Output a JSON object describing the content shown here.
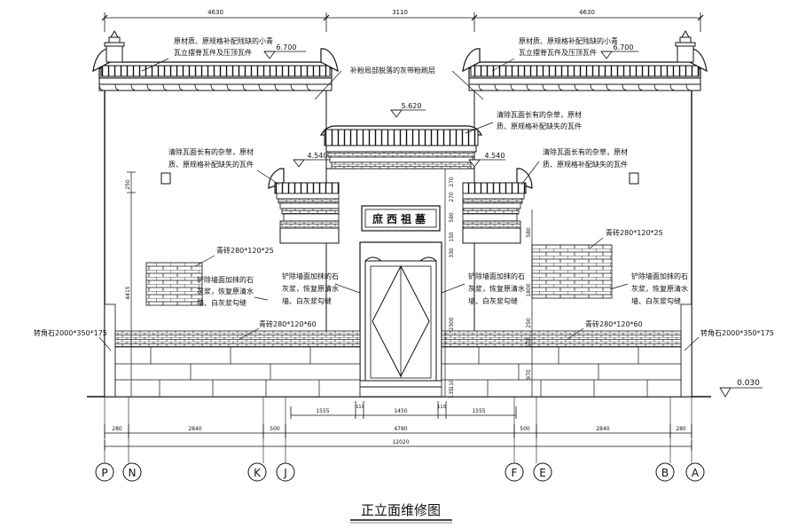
{
  "title": "正立面维修图",
  "dims_top": [
    "4630",
    "3110",
    "4630"
  ],
  "dims_bottom_1": [
    "1555",
    "110",
    "1450",
    "110",
    "1555"
  ],
  "dims_bottom_2": [
    "280",
    "2840",
    "500",
    "4780",
    "500",
    "2840",
    "280"
  ],
  "dim_total": "12020",
  "dims_vertical": [
    "250",
    "4415",
    "270",
    "270",
    "580",
    "150",
    "330",
    "2300",
    "580",
    "1800",
    "250",
    "570",
    "970",
    "110",
    "135"
  ],
  "elevations": [
    "6.700",
    "6.700",
    "5.620",
    "4.540",
    "4.540",
    "0.030"
  ],
  "axes": [
    "P",
    "N",
    "K",
    "J",
    "F",
    "E",
    "B",
    "A"
  ],
  "plaque_text": "庶西祖墓",
  "notes": {
    "ridge_left_1": "原材质、原规格补配残缺的小青",
    "ridge_left_2": "瓦立摆脊瓦件及压顶瓦件",
    "ridge_right_1": "原材质、原规格补配残缺的小青",
    "ridge_right_2": "瓦立摆脊瓦件及压顶瓦件",
    "plaster": "补粉局部脱落的灰带粉刷层",
    "center_roof_1": "清除瓦面长有的杂草，原材",
    "center_roof_2": "质、原规格补配缺失的瓦件",
    "side_roof_left_1": "清除瓦面长有的杂草，原材",
    "side_roof_left_2": "质、原规格补配缺失的瓦件",
    "side_roof_right_1": "清除瓦面长有的杂草，原材",
    "side_roof_right_2": "质、原规格补配缺失的瓦件",
    "brick_left": "青砖280*120*25",
    "brick_right": "青砖280*120*25",
    "wall_far_left_1": "铲除墙面加抹的石",
    "wall_far_left_2": "灰浆，恢复原清水",
    "wall_far_left_3": "墙、白灰浆勾缝",
    "wall_center_left_1": "铲除墙面加抹的石",
    "wall_center_left_2": "灰浆，恢复原清水",
    "wall_center_left_3": "墙、白灰浆勾缝",
    "wall_center_right_1": "铲除墙面加抹的石",
    "wall_center_right_2": "灰浆，恢复原清水",
    "wall_center_right_3": "墙、白灰浆勾缝",
    "wall_far_right_1": "铲除墙面加抹的石",
    "wall_far_right_2": "灰浆，恢复原清水",
    "wall_far_right_3": "墙、白灰浆勾缝",
    "base_brick_left": "青砖280*120*60",
    "base_brick_right": "青砖280*120*60",
    "corner_stone_left": "转角石2000*350*175",
    "corner_stone_right": "转角石2000*350*175"
  }
}
